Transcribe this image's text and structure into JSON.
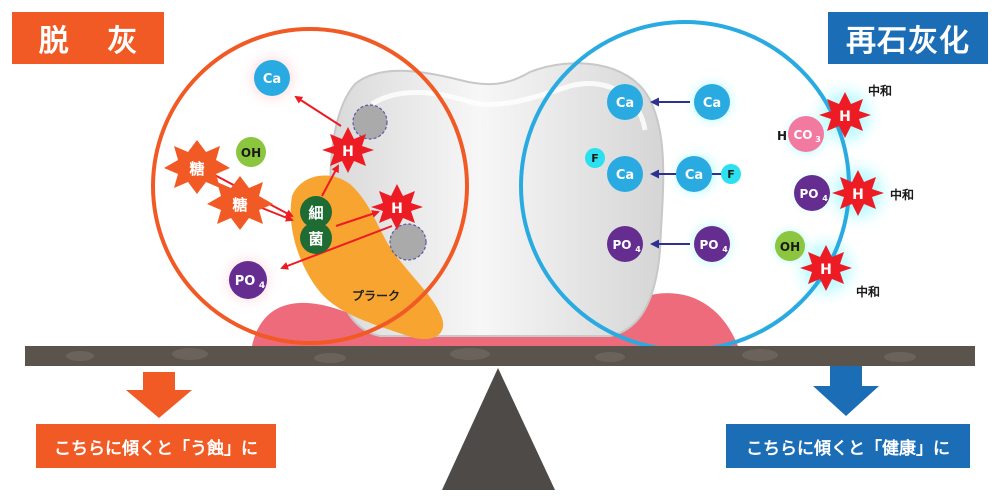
{
  "left": {
    "title": "脱 灰",
    "caption": "こちらに傾くと「う蝕」に",
    "labels": {
      "ca": "Ca",
      "oh": "OH",
      "sugar1": "糖",
      "sugar2": "糖",
      "bacteria1": "細",
      "bacteria2": "菌",
      "h1": "H",
      "h2": "H",
      "po4": "PO",
      "po4_sub": "4",
      "plaque": "プラーク"
    }
  },
  "right": {
    "title": "再石灰化",
    "caption": "こちらに傾くと「健康」に",
    "labels": {
      "ca1": "Ca",
      "ca2": "Ca",
      "ca3": "Ca",
      "ca4": "Ca",
      "f1": "F",
      "f2": "F",
      "po4a": "PO",
      "po4a_sub": "4",
      "po4b": "PO",
      "po4b_sub": "4",
      "h_co3": "H",
      "co3": "CO",
      "co3_sub": "3",
      "po4c": "PO",
      "po4c_sub": "4",
      "oh": "OH",
      "h1": "H",
      "h2": "H",
      "h3": "H",
      "neutral1": "中和",
      "neutral2": "中和",
      "neutral3": "中和"
    }
  },
  "colors": {
    "demineral": "#f15a24",
    "remineral": "#1b6db5",
    "ca": "#29abe2",
    "oh": "#8cc63f",
    "po4": "#662d91",
    "h": "#ed1c24",
    "bacteria": "#1e6b34",
    "plaque": "#f7a530",
    "gum": "#ee6b7b",
    "f": "#2de0f0",
    "co3": "#f27aa1",
    "arrow_left": "#ed1c24",
    "arrow_right": "#2e3192",
    "beam": "#5b544c",
    "fulcrum": "#4d4a47"
  }
}
